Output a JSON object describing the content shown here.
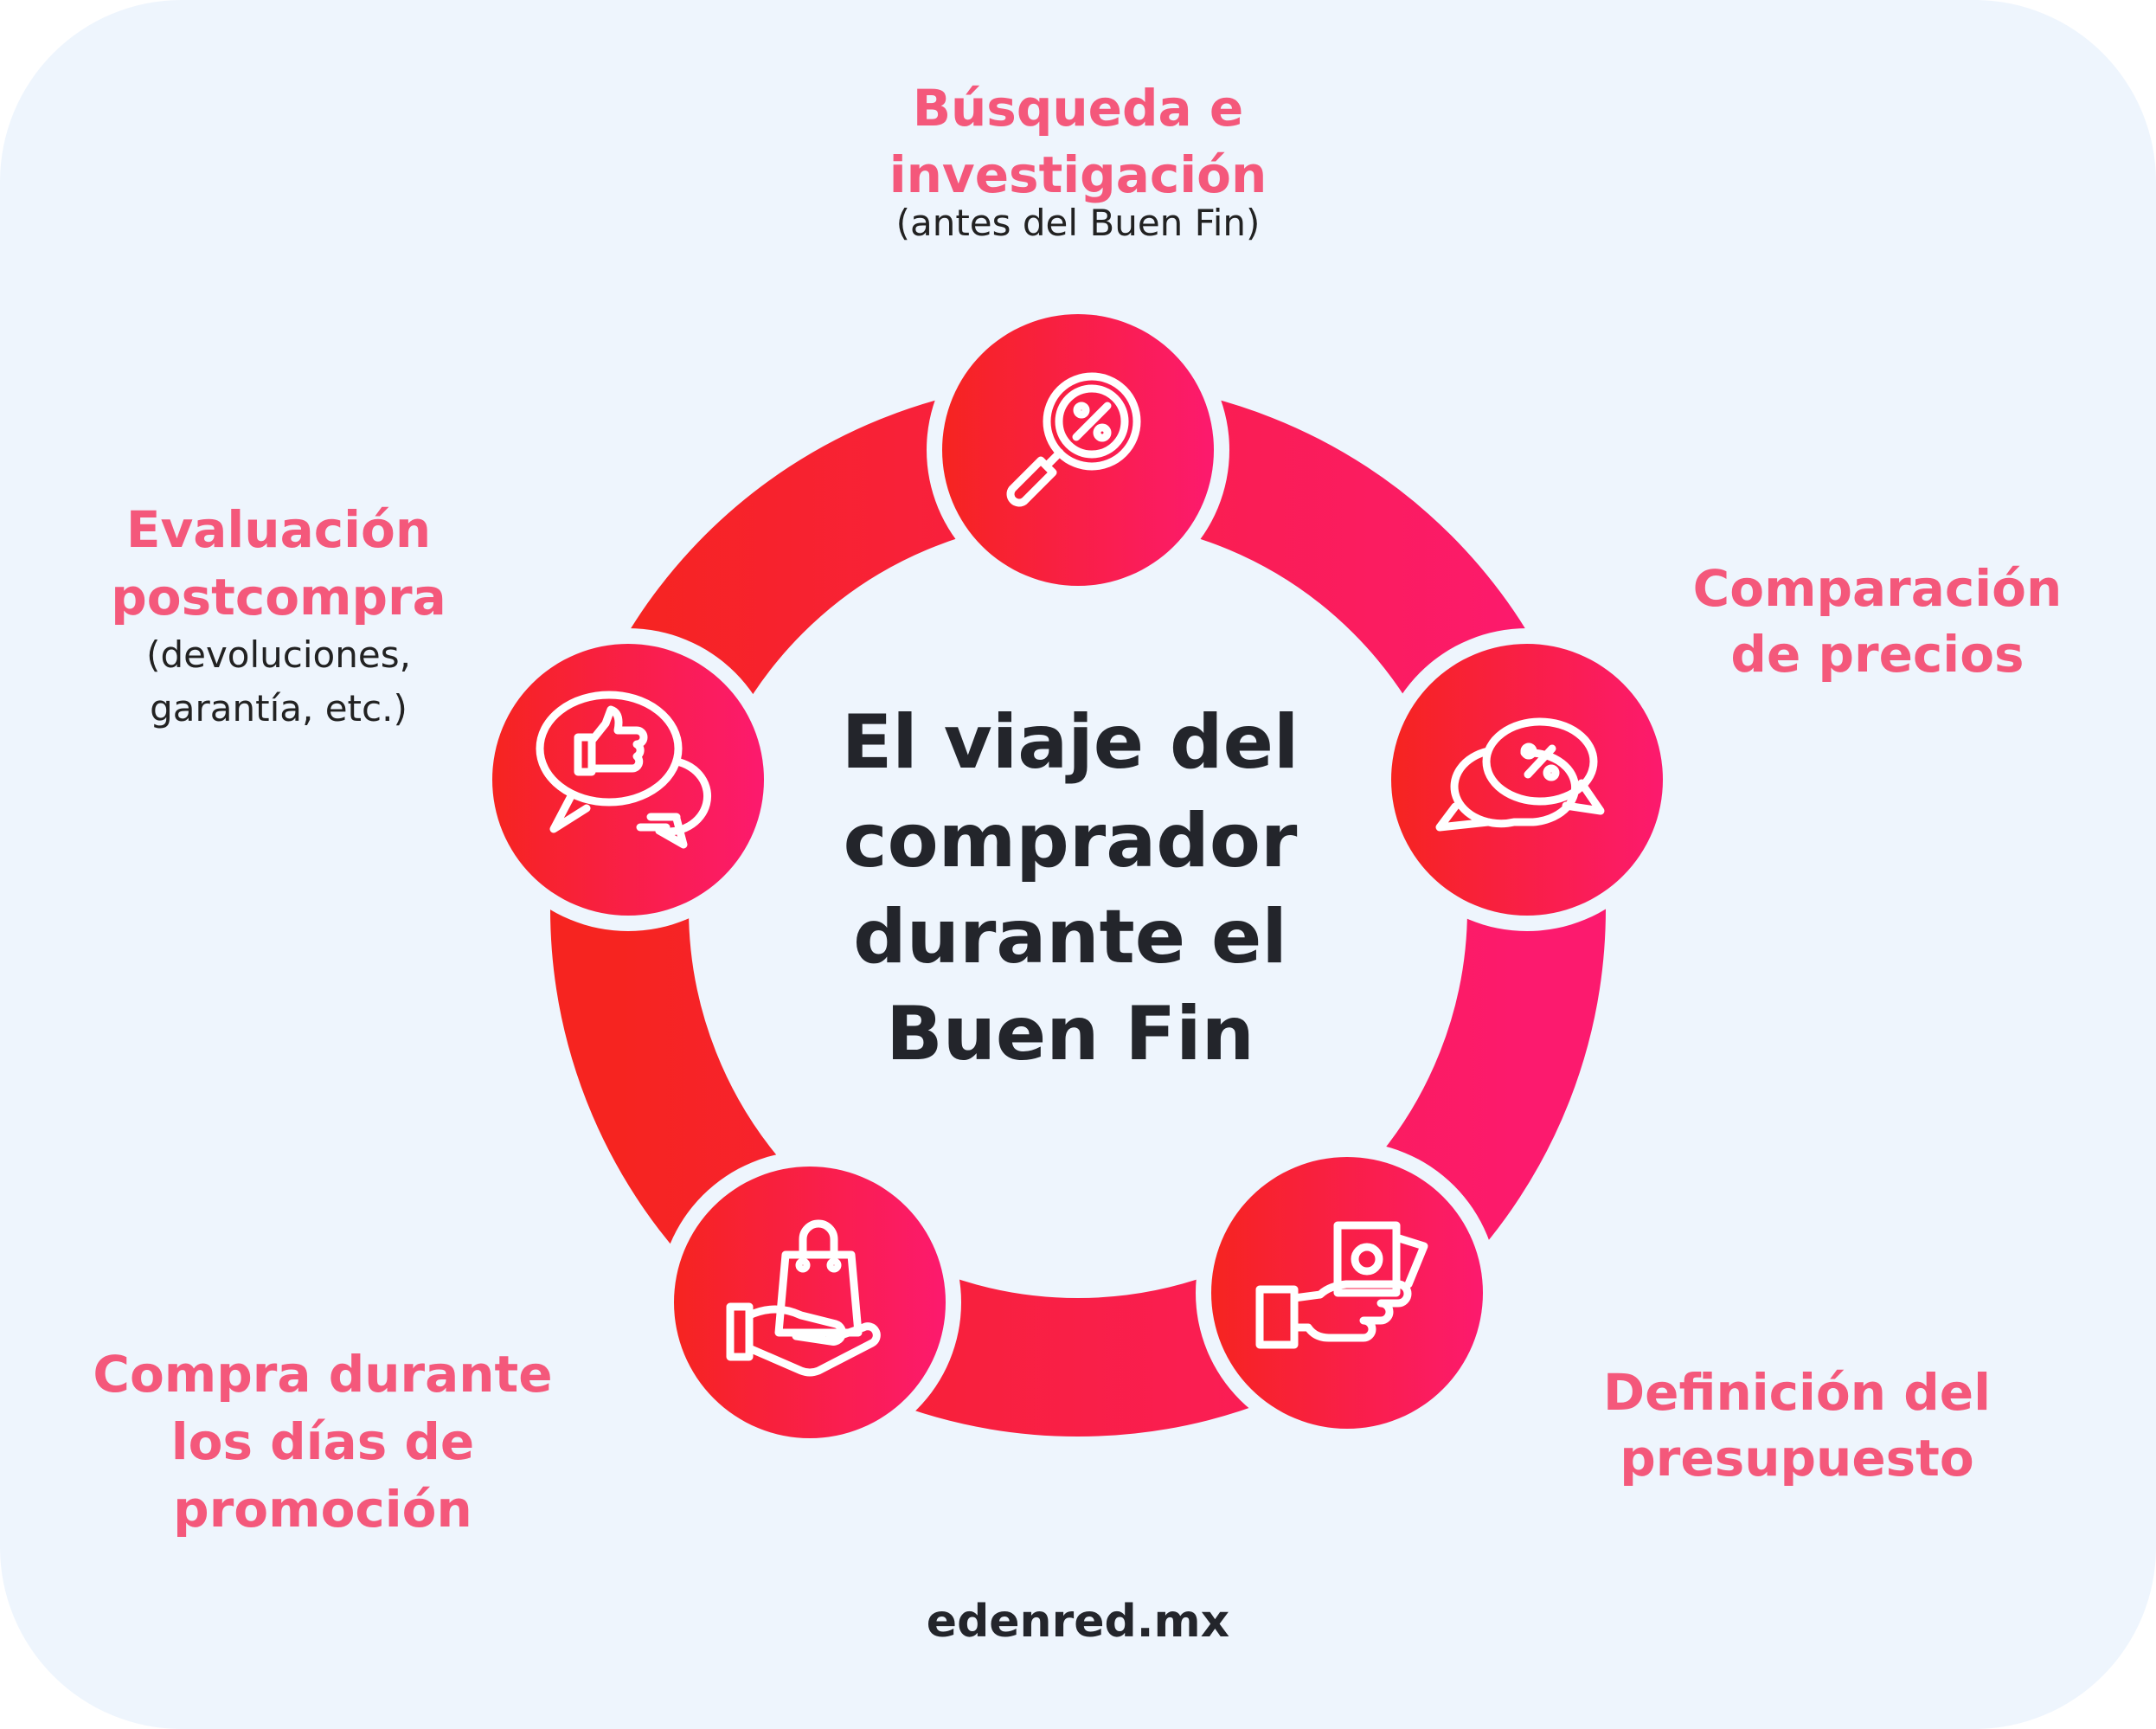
{
  "title": [
    "El viaje del",
    "comprador",
    "durante el",
    "Buen Fin"
  ],
  "footer": "edenred.mx",
  "colors": {
    "background": "#eef5fd",
    "gradient_start": "#f62420",
    "gradient_end": "#fc1a6e",
    "label": "#f4587b",
    "text": "#23252b"
  },
  "steps": [
    {
      "title": [
        "Búsqueda e",
        "investigación"
      ],
      "subtitle": [
        "(antes del Buen Fin)"
      ],
      "icon": "magnifier-percent-icon"
    },
    {
      "title": [
        "Comparación",
        "de precios"
      ],
      "icon": "chat-percent-icon"
    },
    {
      "title": [
        "Definición del",
        "presupuesto"
      ],
      "icon": "hand-money-icon"
    },
    {
      "title": [
        "Compra durante",
        "los días de",
        "promoción"
      ],
      "icon": "hand-shopping-bag-icon"
    },
    {
      "title": [
        "Evaluación",
        "postcompra"
      ],
      "subtitle": [
        "(devoluciones,",
        "garantía, etc.)"
      ],
      "icon": "chat-thumbs-up-icon"
    }
  ]
}
